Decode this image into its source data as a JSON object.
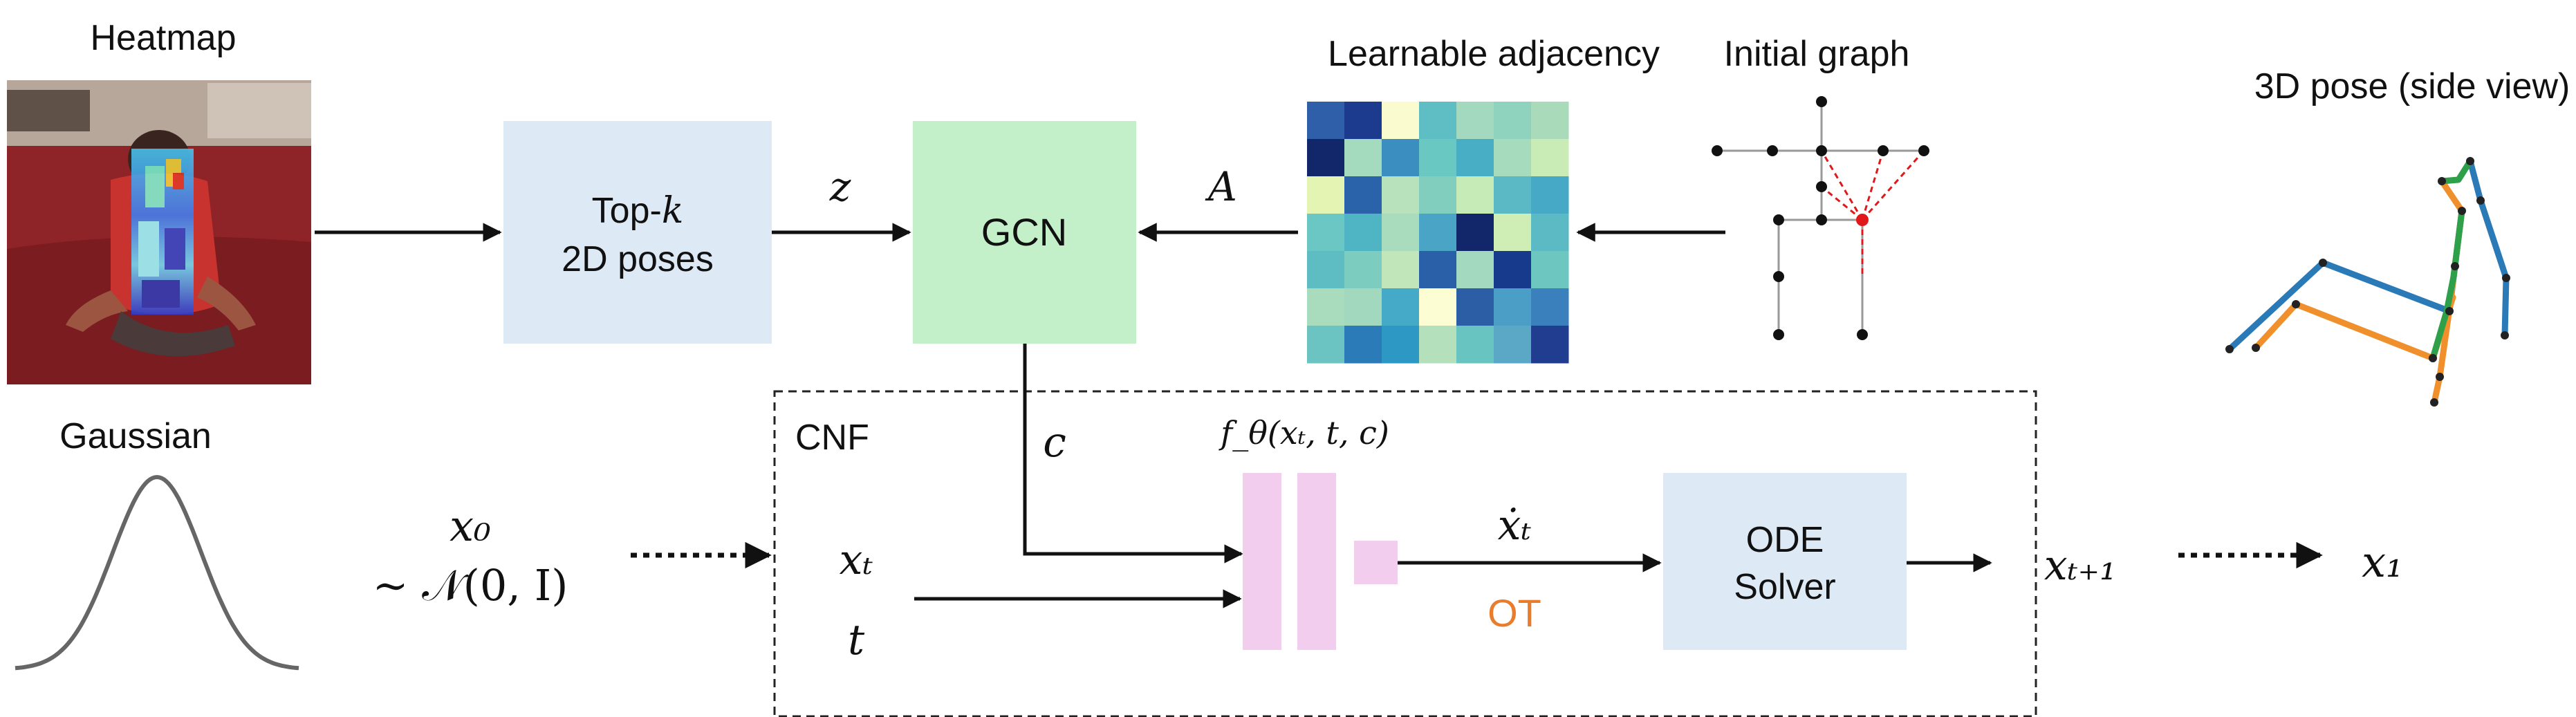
{
  "labels": {
    "heatmap": "Heatmap",
    "gaussian": "Gaussian",
    "topk_line1_prefix": "Top-",
    "topk_line1_k": "k",
    "topk_line2": "2D poses",
    "gcn": "GCN",
    "learnable_adjacency": "Learnable adjacency",
    "initial_graph": "Initial graph",
    "pose3d": "3D pose (side view)",
    "cnf": "CNF",
    "ode_line1": "ODE",
    "ode_line2": "Solver",
    "ot": "OT"
  },
  "math": {
    "z": "z",
    "A": "A",
    "c": "c",
    "x0": "x₀",
    "prior": "∼ 𝒩(0, I)",
    "xt": "xₜ",
    "t": "t",
    "f_theta": "f_θ(xₜ, t, c)",
    "xdot": "ẋₜ",
    "x_next": "xₜ₊₁",
    "x1": "x₁"
  },
  "colors": {
    "topk_box": "#dde9f5",
    "gcn_box": "#c3efc9",
    "ode_box": "#dde9f5",
    "f_theta_bars": "#f2cdee",
    "ot_text": "#e87d2e",
    "graph_edge_red": "#e0181b",
    "heatmap_bg": "#8e2427",
    "arrow": "#111111"
  },
  "adjacency_matrix": [
    [
      "#2f5fa8",
      "#1c3a8e",
      "#fafccf",
      "#5fbec4",
      "#a2d9bf",
      "#8fd2be",
      "#a9dbbb"
    ],
    [
      "#12266a",
      "#a4dbbe",
      "#3b8fc0",
      "#6ac8c2",
      "#47aec6",
      "#a7dbbe",
      "#c9ecb7"
    ],
    [
      "#e4f4b3",
      "#2a63aa",
      "#b7e2bb",
      "#81cebf",
      "#c7ebb6",
      "#5ab9c5",
      "#46a9c6"
    ],
    [
      "#6bc7c4",
      "#4fb4c4",
      "#a9dcbd",
      "#4aa4c5",
      "#12266a",
      "#cfeeb6",
      "#5cbac5"
    ],
    [
      "#5ebdc3",
      "#7dccc0",
      "#c1e6b9",
      "#2a60a8",
      "#a3d9be",
      "#173a8c",
      "#6ec6c1"
    ],
    [
      "#a9dcbd",
      "#a1d8be",
      "#44aac7",
      "#fcfdd2",
      "#2c5ea6",
      "#4b9fc7",
      "#3980bc"
    ],
    [
      "#6bc3c2",
      "#2b7bb9",
      "#2e98c4",
      "#b4e1bb",
      "#68c4c1",
      "#5aa8c6",
      "#203d8f"
    ]
  ],
  "gaussian_curve": {
    "mean": 0,
    "std": 1
  }
}
